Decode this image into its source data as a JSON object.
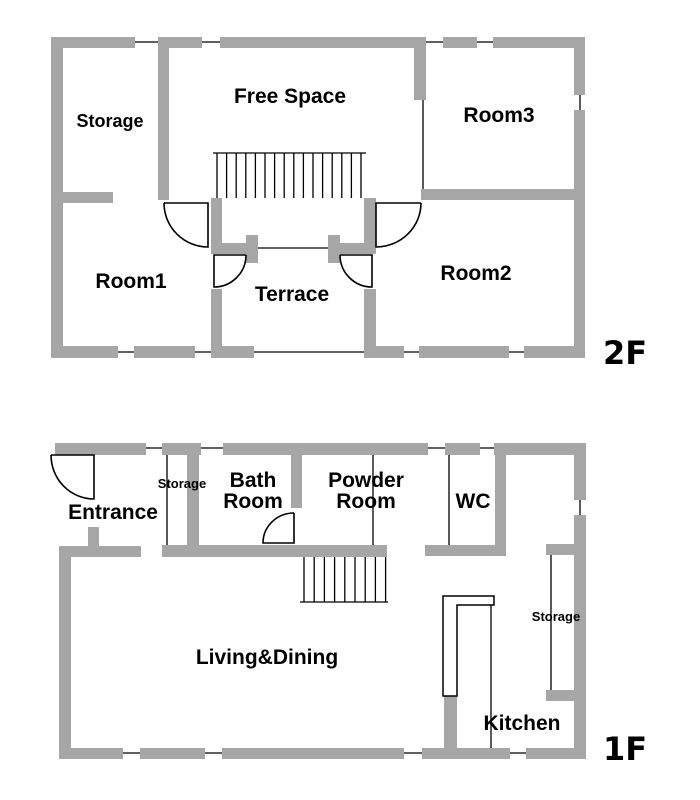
{
  "floor_2f": {
    "label": "2F",
    "rooms": {
      "free_space": "Free Space",
      "storage": "Storage",
      "room3": "Room3",
      "room1": "Room1",
      "terrace": "Terrace",
      "room2": "Room2"
    }
  },
  "floor_1f": {
    "label": "1F",
    "rooms": {
      "entrance": "Entrance",
      "storage_small": "Storage",
      "bath_line1": "Bath",
      "bath_line2": "Room",
      "powder_line1": "Powder",
      "powder_line2": "Room",
      "wc": "WC",
      "storage_right": "Storage",
      "living_dining": "Living&Dining",
      "kitchen": "Kitchen"
    }
  },
  "colors": {
    "wall": "#a6a6a6",
    "line": "#000000",
    "background": "#ffffff"
  }
}
